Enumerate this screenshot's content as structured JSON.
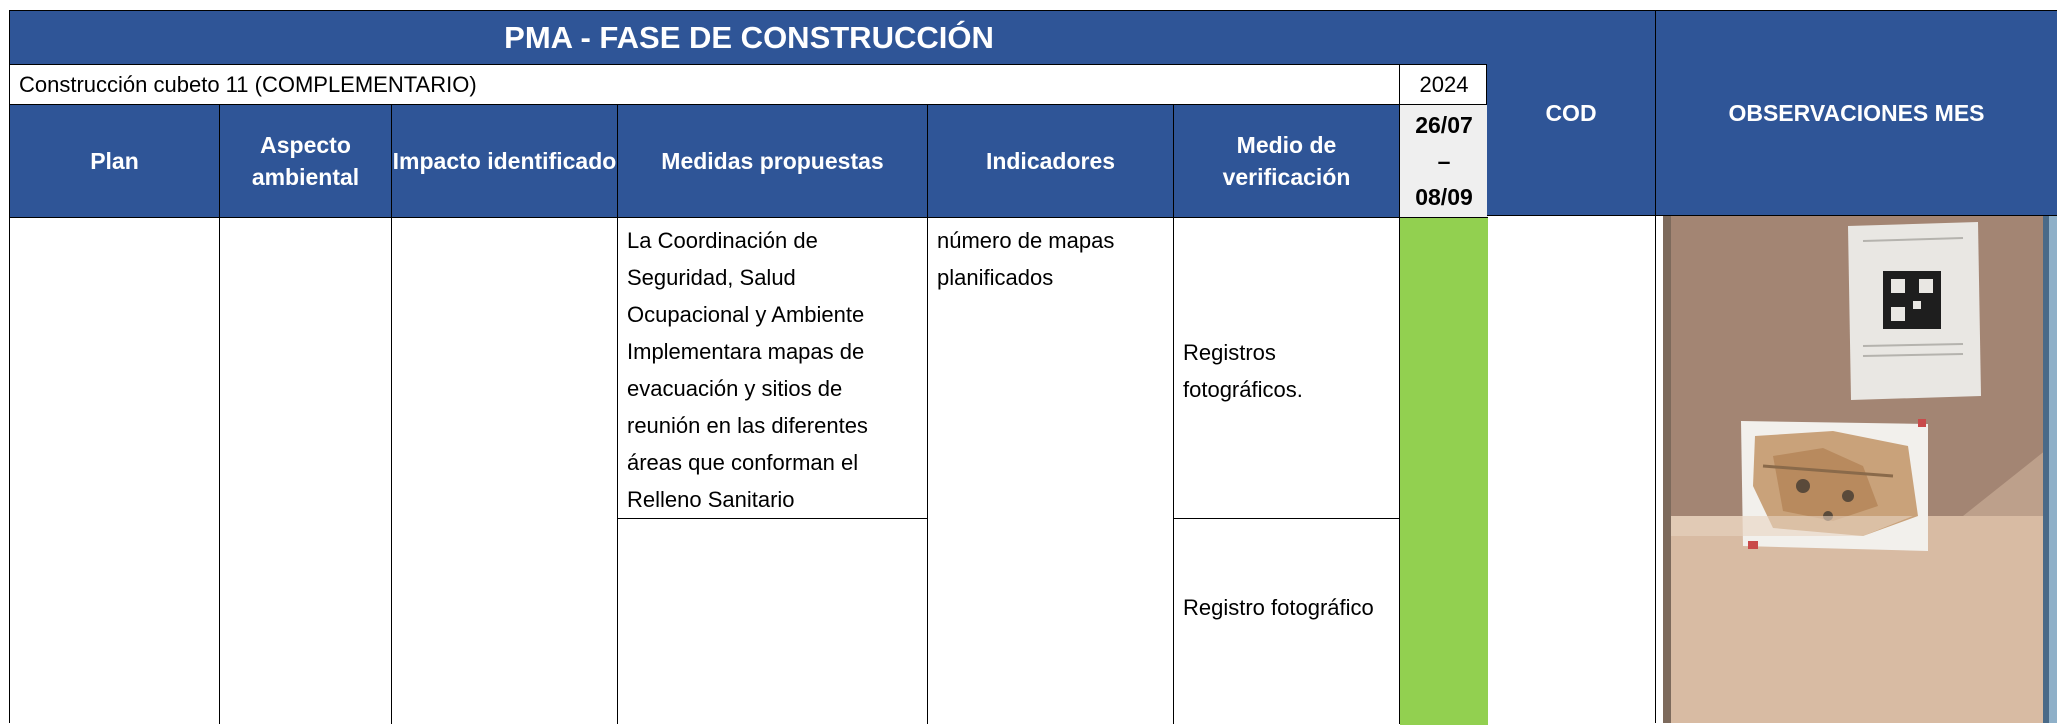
{
  "title": "PMA - FASE DE CONSTRUCCIÓN",
  "subtitle": "Construcción cubeto 11 (COMPLEMENTARIO)",
  "year": "2024",
  "headers": {
    "plan": "Plan",
    "aspecto": "Aspecto ambiental",
    "impacto": "Impacto identificado",
    "medidas": "Medidas propuestas",
    "indicadores": "Indicadores",
    "medio": "Medio de verificación",
    "period_start": "26/07",
    "period_dash": "–",
    "period_end": "08/09",
    "cod": "COD",
    "observaciones": "OBSERVACIONES MES"
  },
  "rows": {
    "medida_1": "La Coordinación de Seguridad, Salud Ocupacional y Ambiente Implementara mapas de evacuación y sitios de reunión en las diferentes áreas que conforman el Relleno Sanitario",
    "indicador_1": "número de mapas planificados",
    "medio_1": "Registros fotográficos.",
    "medio_2": "Registro fotográfico"
  },
  "colors": {
    "header_blue": "#2f5597",
    "status_green": "#92d050"
  },
  "photo": {
    "description_icon": "bulletin-board-photo"
  }
}
